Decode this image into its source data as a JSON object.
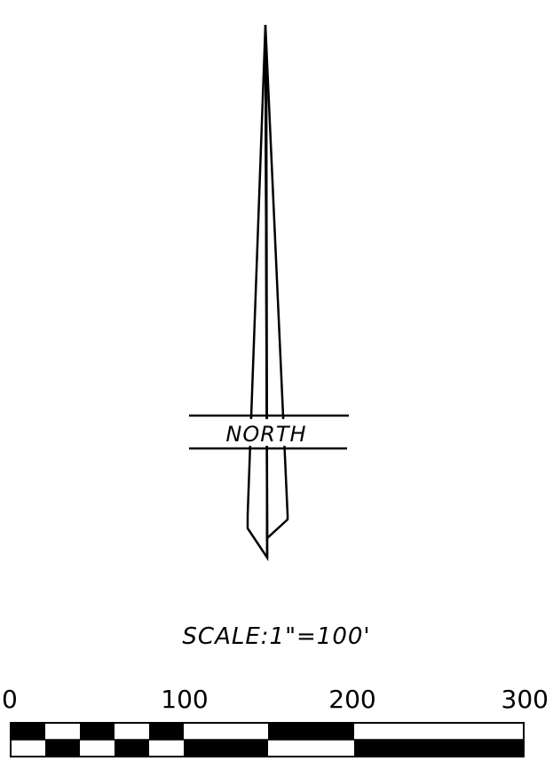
{
  "north_arrow": {
    "label": "NORTH"
  },
  "scale": {
    "label": "SCALE:1\"=100'",
    "ticks": [
      "0",
      "100",
      "200",
      "300"
    ]
  }
}
